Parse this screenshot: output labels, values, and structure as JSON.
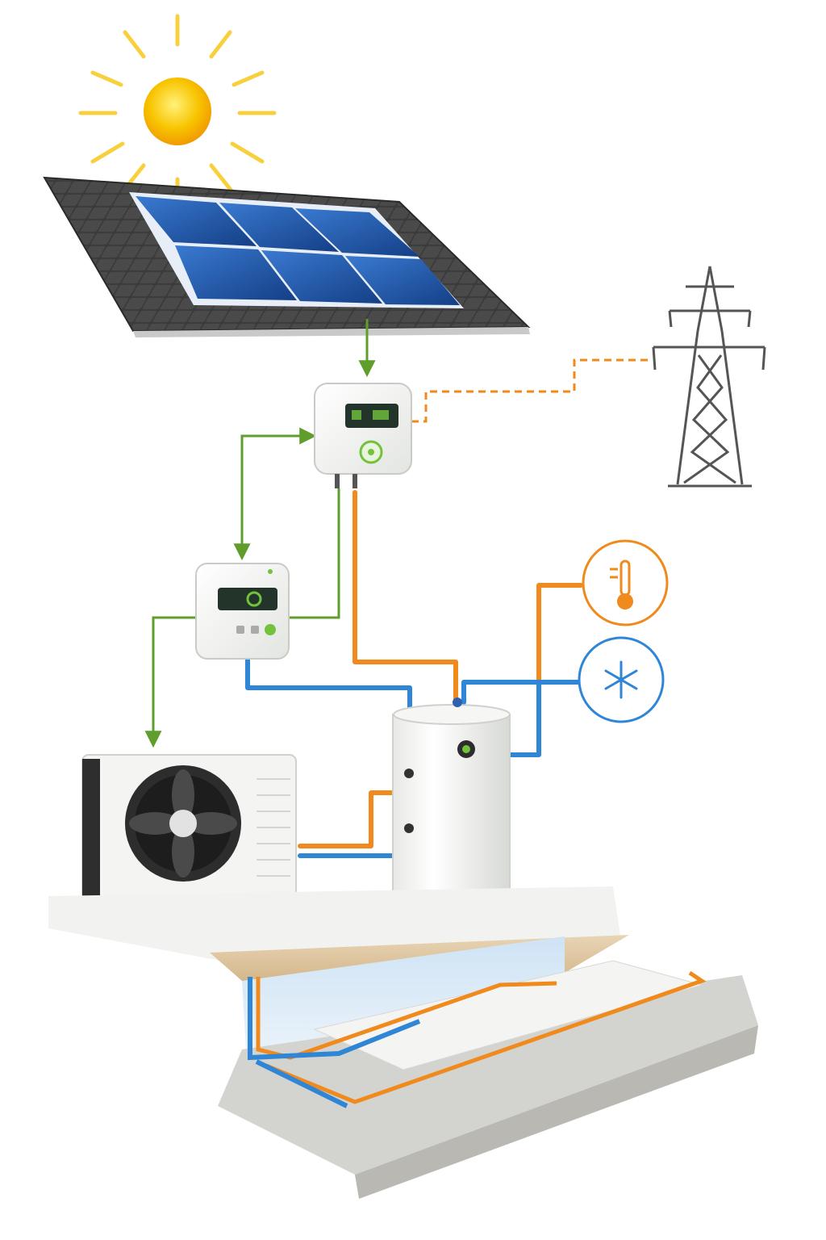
{
  "diagram": {
    "components": [
      {
        "id": "sun",
        "icon": "sun-icon"
      },
      {
        "id": "solar-panel-roof",
        "icon": "solar-panel-icon"
      },
      {
        "id": "inverter",
        "icon": "inverter-icon"
      },
      {
        "id": "grid-tower",
        "icon": "power-pylon-icon"
      },
      {
        "id": "heat-pump-controller",
        "icon": "controller-icon"
      },
      {
        "id": "outdoor-heat-pump",
        "icon": "fan-icon"
      },
      {
        "id": "hot-water-tank",
        "icon": "water-tank-icon"
      },
      {
        "id": "heating-sensor",
        "icon": "thermometer-icon"
      },
      {
        "id": "cooling-sensor",
        "icon": "snowflake-icon"
      },
      {
        "id": "underfloor-heating",
        "icon": "floor-pipe-icon"
      }
    ],
    "connections": [
      {
        "from": "solar-panel-roof",
        "to": "inverter",
        "kind": "power",
        "style": "arrow"
      },
      {
        "from": "inverter",
        "to": "grid-tower",
        "kind": "grid",
        "style": "dashed"
      },
      {
        "from": "heat-pump-controller",
        "to": "inverter",
        "kind": "power",
        "style": "arrow"
      },
      {
        "from": "inverter",
        "to": "heat-pump-controller",
        "kind": "power",
        "style": "arrow"
      },
      {
        "from": "heat-pump-controller",
        "to": "outdoor-heat-pump",
        "kind": "power",
        "style": "arrow"
      },
      {
        "from": "inverter",
        "to": "hot-water-tank",
        "kind": "hot",
        "style": "pipe"
      },
      {
        "from": "heat-pump-controller",
        "to": "hot-water-tank",
        "kind": "cold",
        "style": "pipe"
      },
      {
        "from": "hot-water-tank",
        "to": "heating-sensor",
        "kind": "hot",
        "style": "pipe"
      },
      {
        "from": "hot-water-tank",
        "to": "cooling-sensor",
        "kind": "cold",
        "style": "pipe"
      },
      {
        "from": "outdoor-heat-pump",
        "to": "hot-water-tank",
        "kind": "hot",
        "style": "pipe"
      },
      {
        "from": "outdoor-heat-pump",
        "to": "hot-water-tank",
        "kind": "cold",
        "style": "pipe"
      },
      {
        "from": "hot-water-tank",
        "to": "underfloor-heating",
        "kind": "hot",
        "style": "pipe"
      }
    ]
  },
  "colors": {
    "power": "#5f9e2b",
    "hot": "#f08a1c",
    "cold": "#2f86d6",
    "grid": "#f08a1c",
    "panel": "#1f56a8",
    "roof": "#3a3a3a",
    "device": "#f2f3f0",
    "screen": "#23352b",
    "accent": "#72c23c",
    "sun": "#f5b400"
  }
}
